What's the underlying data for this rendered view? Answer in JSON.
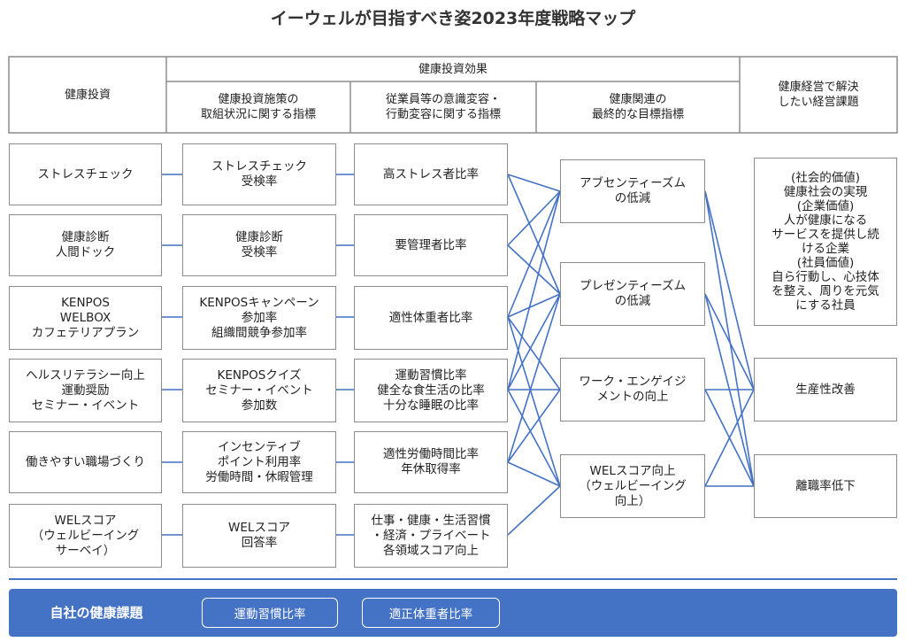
{
  "title": "イーウェルが目指すべき姿2023年度戦略マップ",
  "header": {
    "investment": "健康投資",
    "effect": "健康投資効果",
    "measures": "健康投資施策の\n取組状況に関する指標",
    "awareness": "従業員等の意識変容・\n行動変容に関する指標",
    "final": "健康関連の\n最終的な目標指標",
    "issues": "健康経営で解決\nしたい経営課題"
  },
  "col1": [
    "ストレスチェック",
    "健康診断\n人間ドック",
    "KENPOS\nWELBOX\nカフェテリアプラン",
    "ヘルスリテラシー向上\n運動奨励\nセミナー・イベント",
    "働きやすい職場づくり",
    "WELスコア\n（ウェルビーイング\nサーベイ）"
  ],
  "col2": [
    "ストレスチェック\n受検率",
    "健康診断\n受検率",
    "KENPOSキャンペーン\n参加率\n組織間競争参加率",
    "KENPOSクイズ\nセミナー・イベント\n参加数",
    "インセンティブ\nポイント利用率\n労働時間・休暇管理",
    "WELスコア\n回答率"
  ],
  "col3": [
    "高ストレス者比率",
    "要管理者比率",
    "適性体重者比率",
    "運動習慣比率\n健全な食生活の比率\n十分な睡眠の比率",
    "適性労働時間比率\n年休取得率",
    "仕事・健康・生活習慣\n・経済・プライベート\n各領域スコア向上"
  ],
  "col4": [
    "アブセンティーズム\nの低減",
    "プレゼンティーズム\nの低減",
    "ワーク・エンゲイジ\nメントの向上",
    "WELスコア向上\n（ウェルビーイング\n向上）"
  ],
  "col5": [
    "(社会的価値)\n健康社会の実現\n(企業価値)\n人が健康になる\nサービスを提供し続\nける企業\n(社員価値)\n自ら行動し、心技体\nを整え、周りを元気\nにする社員",
    "生産性改善",
    "離職率低下"
  ],
  "bottom": {
    "title": "自社の健康課題",
    "issues": [
      "運動習慣比率",
      "適正体重者比率"
    ]
  },
  "colors": {
    "line": "#4472c4",
    "border": "#8c8c8c",
    "bar": "#4472c4"
  }
}
